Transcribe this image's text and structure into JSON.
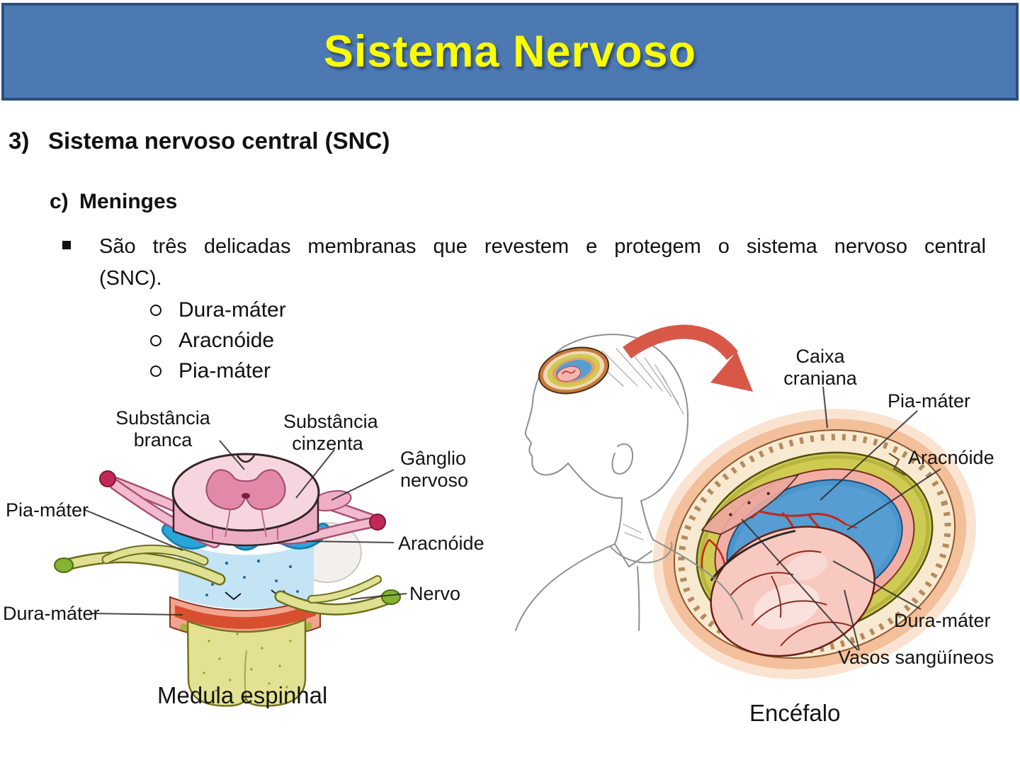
{
  "header": {
    "title": "Sistema Nervoso"
  },
  "content": {
    "heading_number": "3)",
    "heading_text": "Sistema nervoso central (SNC)",
    "subheading_number": "c)",
    "subheading_text": "Meninges",
    "bullet_lines": [
      "São três delicadas membranas que revestem e protegem o sistema nervoso central",
      "(SNC)."
    ],
    "sub_bullets": [
      "Dura-máter",
      "Aracnóide",
      "Pia-máter"
    ]
  },
  "figure_left": {
    "caption": "Medula espinhal",
    "labels": {
      "substancia_branca": "Substância branca",
      "substancia_cinzenta": "Substância cinzenta",
      "ganglio_nervoso": "Gânglio nervoso",
      "pia_mater": "Pia-máter",
      "aracnoide": "Aracnóide",
      "nervo": "Nervo",
      "dura_mater": "Dura-máter"
    }
  },
  "figure_right": {
    "caption": "Encéfalo",
    "labels": {
      "caixa_craniana": "Caixa craniana",
      "pia_mater": "Pia-máter",
      "aracnoide": "Aracnóide",
      "dura_mater": "Dura-máter",
      "vasos_sanguineos": "Vasos sangüíneos"
    }
  },
  "colors": {
    "header_bg": "#4d79b3",
    "header_border": "#2b4f7e",
    "title_yellow": "#fdfd05",
    "meninges_blue": "#2aa5dc",
    "dura_yellow": "#e2e292",
    "nerve_pink": "#f2bace",
    "brain_pink": "#f7c9c0",
    "arachnoid_blue": "#4a95cc",
    "vessel_red": "#c62619"
  }
}
